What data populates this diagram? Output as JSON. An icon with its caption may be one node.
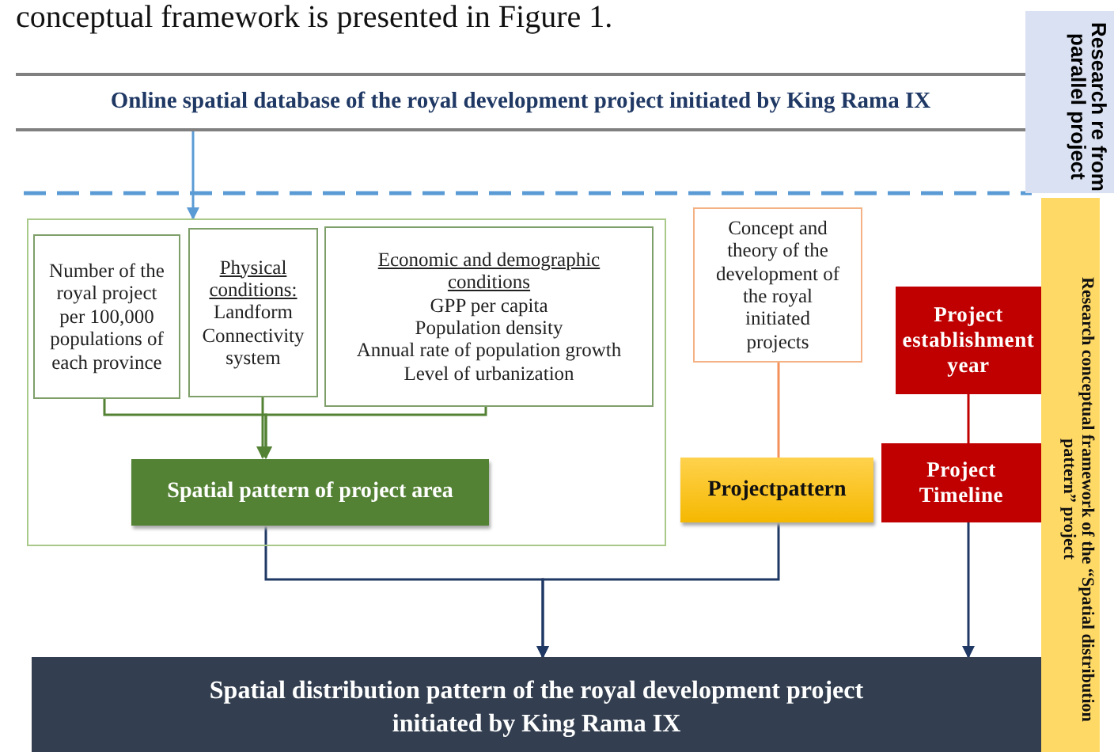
{
  "diagram": {
    "nodes": [
      {
        "text": [
          "Online spatial database of the royal development project initiated by King Rama IX"
        ]
      },
      {
        "text": [
          "Research re from parallel project"
        ]
      },
      {
        "text": [],
        "shape": "box"
      },
      {
        "text": [
          "Number of the royal project per 100,000 populations of each province"
        ],
        "in": 2
      },
      {
        "text": [
          "Physical conditions:",
          "Landform Connectivity system"
        ],
        "in": 2
      },
      {
        "text": [
          "Economic and demographic conditions",
          "GPP per capita",
          "Population density",
          "Annual rate of population growth",
          "Level of urbanization"
        ],
        "in": 2
      },
      {
        "text": [
          "Spatial pattern of project area"
        ],
        "in": 2
      },
      {
        "text": [
          "Concept and theory of the development of the royal initiated projects"
        ]
      },
      {
        "text": [
          "Projectpattern"
        ]
      },
      {
        "text": [
          "Project establishment year"
        ]
      },
      {
        "text": [
          "Project Timeline"
        ]
      },
      {
        "text": [
          "Research conceptual framework of the “Spatial distribution pattern” project"
        ]
      },
      {
        "text": [
          "Spatial distribution pattern of the royal development project initiated by King Rama IX"
        ]
      }
    ],
    "edges": [
      {
        "from": 0,
        "to": 2,
        "arrow": "to",
        "color": "#5b9bd5"
      },
      {
        "from": 3,
        "to": 6,
        "arrow": "to",
        "color": "#548235"
      },
      {
        "from": 4,
        "to": 6,
        "arrow": "to",
        "color": "#548235"
      },
      {
        "from": 5,
        "to": 6,
        "arrow": "to",
        "color": "#548235"
      },
      {
        "from": 7,
        "to": 8,
        "arrow": "none",
        "color": "#f4915a"
      },
      {
        "from": 9,
        "to": 10,
        "arrow": "none",
        "color": "#c00000"
      },
      {
        "from": 6,
        "to": 12,
        "arrow": "to"
      },
      {
        "from": 8,
        "to": 12,
        "arrow": "to"
      },
      {
        "from": 10,
        "to": 12,
        "arrow": "to"
      }
    ],
    "labels": [
      "conceptual framework is presented in Figure 1."
    ]
  }
}
